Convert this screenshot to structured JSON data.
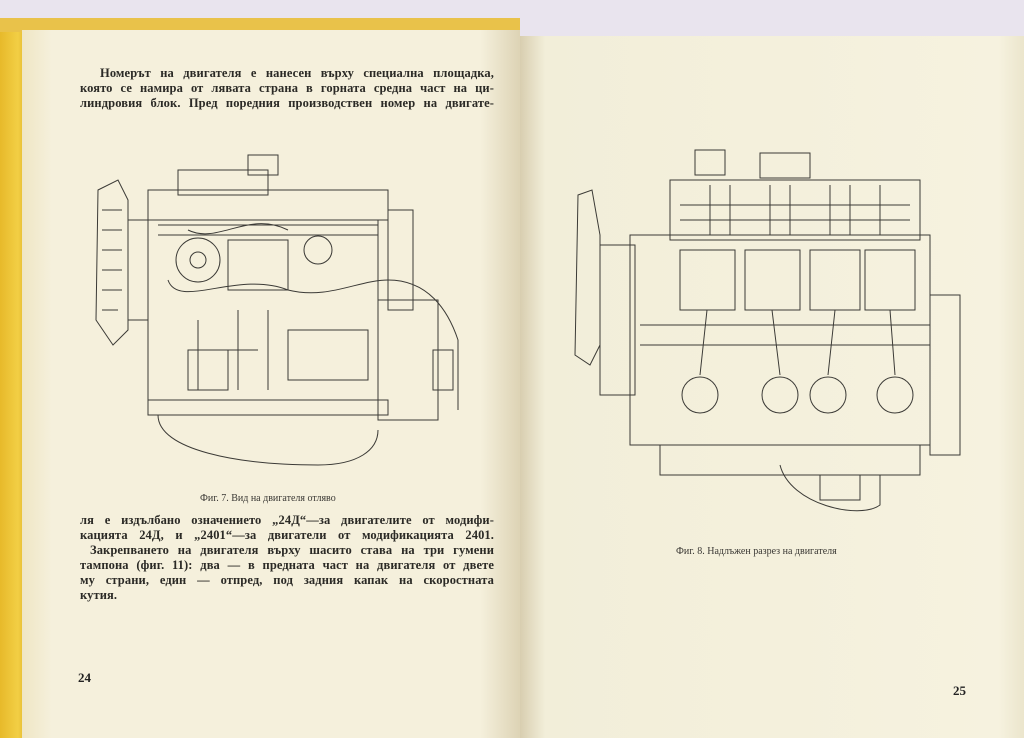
{
  "left_page": {
    "paragraph1": [
      "Номерът на двигателя е нанесен върху специална площадка,",
      "която се намира от лявата страна в горната средна част на ци-",
      "линдровия блок. Пред поредния производствен номер на двигате-"
    ],
    "figure_caption": "Фиг. 7. Вид на двигателя отляво",
    "paragraph2": [
      "ля е издълбано означението „24Д“—за двигателите от модифи-",
      "кацията 24Д, и „2401“—за двигатели от модификацията 2401.",
      "Закрепването на двигателя върху шасито става на три гумени",
      "тампона (фиг. 11): два — в предната част на двигателя от двете",
      "му страни, един — отпред, под задния капак на скоростната",
      "кутия."
    ],
    "page_number": "24"
  },
  "right_page": {
    "figure_caption": "Фиг. 8. Надлъжен разрез на двигателя",
    "page_number": "25"
  }
}
